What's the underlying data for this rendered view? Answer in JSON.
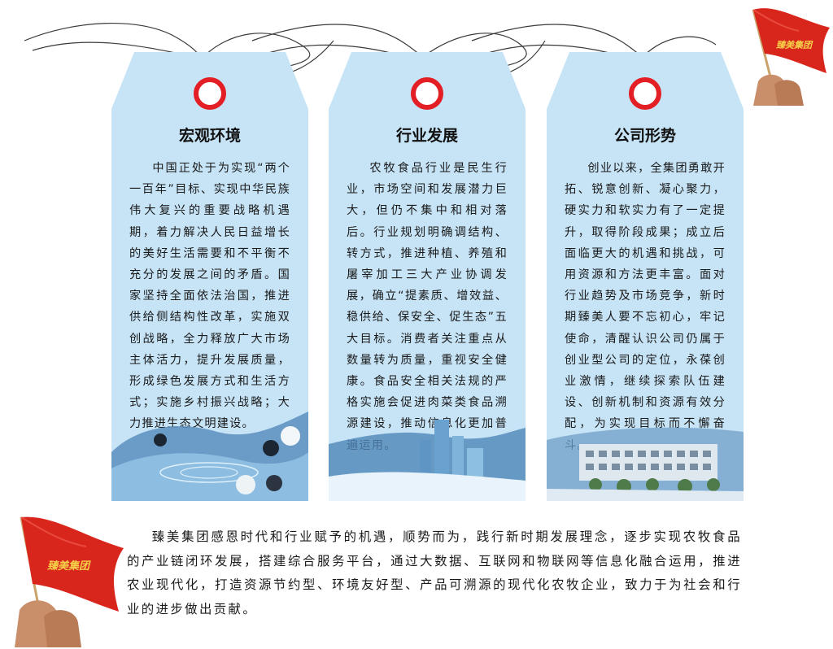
{
  "tags": [
    {
      "title": "宏观环境",
      "body": "中国正处于为实现“两个一百年”目标、实现中华民族伟大复兴的重要战略机遇期，着力解决人民日益增长的美好生活需要和不平衡不充分的发展之间的矛盾。国家坚持全面依法治国，推进供给侧结构性改革，实施双创战略，全力释放广大市场主体活力，提升发展质量，形成绿色发展方式和生活方式；实施乡村振兴战略；大力推进生态文明建设。",
      "image": "go-board-stones"
    },
    {
      "title": "行业发展",
      "body": "农牧食品行业是民生行业，市场空间和发展潜力巨大，但仍不集中和相对落后。行业规划明确调结构、转方式，推进种植、养殖和屠宰加工三大产业协调发展，确立“提素质、增效益、稳供给、保安全、促生态”五大目标。消费者关注重点从数量转为质量，重视安全健康。食品安全相关法规的严格实施会促进肉菜类食品溯源建设，推动信息化更加普遍运用。",
      "image": "city-skyline"
    },
    {
      "title": "公司形势",
      "body": "创业以来，全集团勇敢开拓、锐意创新、凝心聚力，硬实力和软实力有了一定提升，取得阶段成果；成立后面临更大的机遇和挑战，可用资源和方法更丰富。面对行业趋势及市场竞争，新时期臻美人要不忘初心，牢记使命，清醒认识公司仍属于创业型公司的定位，永葆创业激情，继续探索队伍建设、创新机制和资源有效分配，为实现目标而不懈奋斗。",
      "image": "company-building"
    }
  ],
  "footer": {
    "text": "臻美集团感恩时代和行业赋予的机遇，顺势而为，践行新时期发展理念，逐步实现农牧食品的产业链闭环发展，搭建综合服务平台，通过大数据、互联网和物联网等信息化融合运用，推进农业现代化，打造资源节约型、环境友好型、产品可溯源的现代化农牧企业，致力于为社会和行业的进步做出贡献。"
  },
  "flags": {
    "label": "臻美集团"
  },
  "colors": {
    "tag_bg": "#c7e4f7",
    "ring": "#e31e24",
    "flag": "#d9261c"
  }
}
